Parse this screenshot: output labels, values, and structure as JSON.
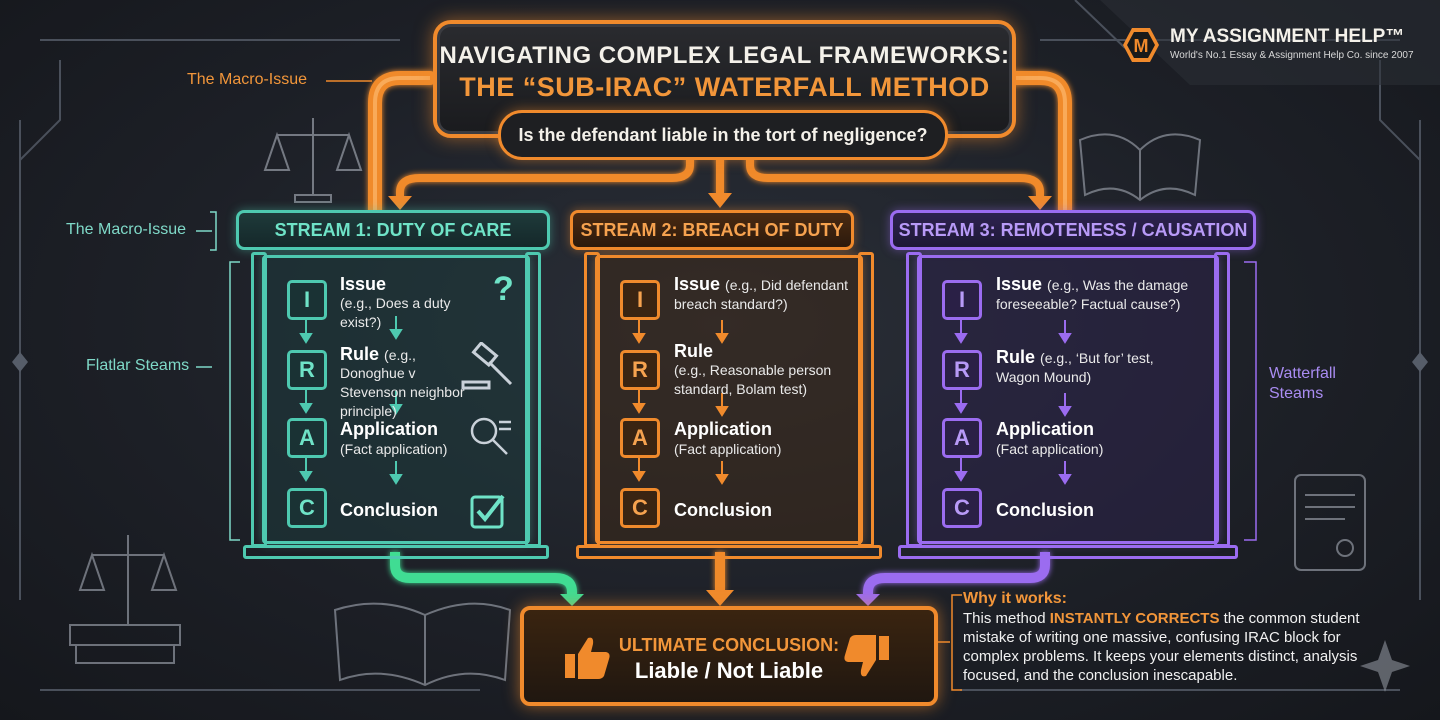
{
  "brand": {
    "name": "MY ASSIGNMENT HELP™",
    "tagline": "World's No.1 Essay & Assignment Help Co. since 2007",
    "logo_letter": "M"
  },
  "title": {
    "line1": "NAVIGATING COMPLEX LEGAL FRAMEWORKS:",
    "line2": "THE “SUB-IRAC” WATERFALL METHOD"
  },
  "question": "Is the defendant liable in the tort of negligence?",
  "side_labels": {
    "macro_top": "The Macro-Issue",
    "macro_left": "The Macro-Issue",
    "flat_streams": "Flatlar Steams",
    "waterfall_line1": "Watterfall",
    "waterfall_line2": "Steams"
  },
  "streams": [
    {
      "header": "STREAM 1: DUTY OF CARE",
      "color": "#4ec9b0",
      "steps": [
        {
          "letter": "I",
          "title": "Issue",
          "desc": "(e.g., Does a duty exist?)",
          "icon": "question-mark-icon"
        },
        {
          "letter": "R",
          "title": "Rule",
          "title_suffix": "(e.g.,",
          "desc": "Donoghue v Stevenson neighbor principle)",
          "icon": "gavel-icon"
        },
        {
          "letter": "A",
          "title": "Application",
          "desc": "(Fact application)",
          "icon": "magnifier-icon"
        },
        {
          "letter": "C",
          "title": "Conclusion",
          "desc": "",
          "icon": "checkbox-icon"
        }
      ]
    },
    {
      "header": "STREAM 2: BREACH OF DUTY",
      "color": "#f08a2c",
      "steps": [
        {
          "letter": "I",
          "title": "Issue",
          "title_suffix": "(e.g., Did defendant",
          "desc": "breach standard?)"
        },
        {
          "letter": "R",
          "title": "Rule",
          "desc": "(e.g., Reasonable person standard, Bolam test)"
        },
        {
          "letter": "A",
          "title": "Application",
          "desc": "(Fact application)"
        },
        {
          "letter": "C",
          "title": "Conclusion",
          "desc": ""
        }
      ]
    },
    {
      "header": "STREAM 3: REMOTENESS / CAUSATION",
      "color": "#9b6cf0",
      "steps": [
        {
          "letter": "I",
          "title": "Issue",
          "title_suffix": "(e.g., Was the damage",
          "desc": "foreseeable? Factual cause?)"
        },
        {
          "letter": "R",
          "title": "Rule",
          "title_suffix": "(e.g., ‘But for’ test,",
          "desc": "Wagon Mound)"
        },
        {
          "letter": "A",
          "title": "Application",
          "desc": "(Fact application)"
        },
        {
          "letter": "C",
          "title": "Conclusion",
          "desc": ""
        }
      ]
    }
  ],
  "conclusion": {
    "line1": "ULTIMATE CONCLUSION:",
    "line2": "Liable / Not Liable"
  },
  "why": {
    "title": "Why it works:",
    "pre": "This method ",
    "highlight": "INSTANTLY CORRECTS",
    "post": " the common student mistake of writing one massive, confusing IRAC block for complex problems. It keeps your elements distinct, analysis focused, and the conclusion inescapable."
  },
  "colors": {
    "accent_orange": "#f08a2c",
    "teal": "#4ec9b0",
    "purple": "#9b6cf0",
    "background": "#1d2027"
  }
}
